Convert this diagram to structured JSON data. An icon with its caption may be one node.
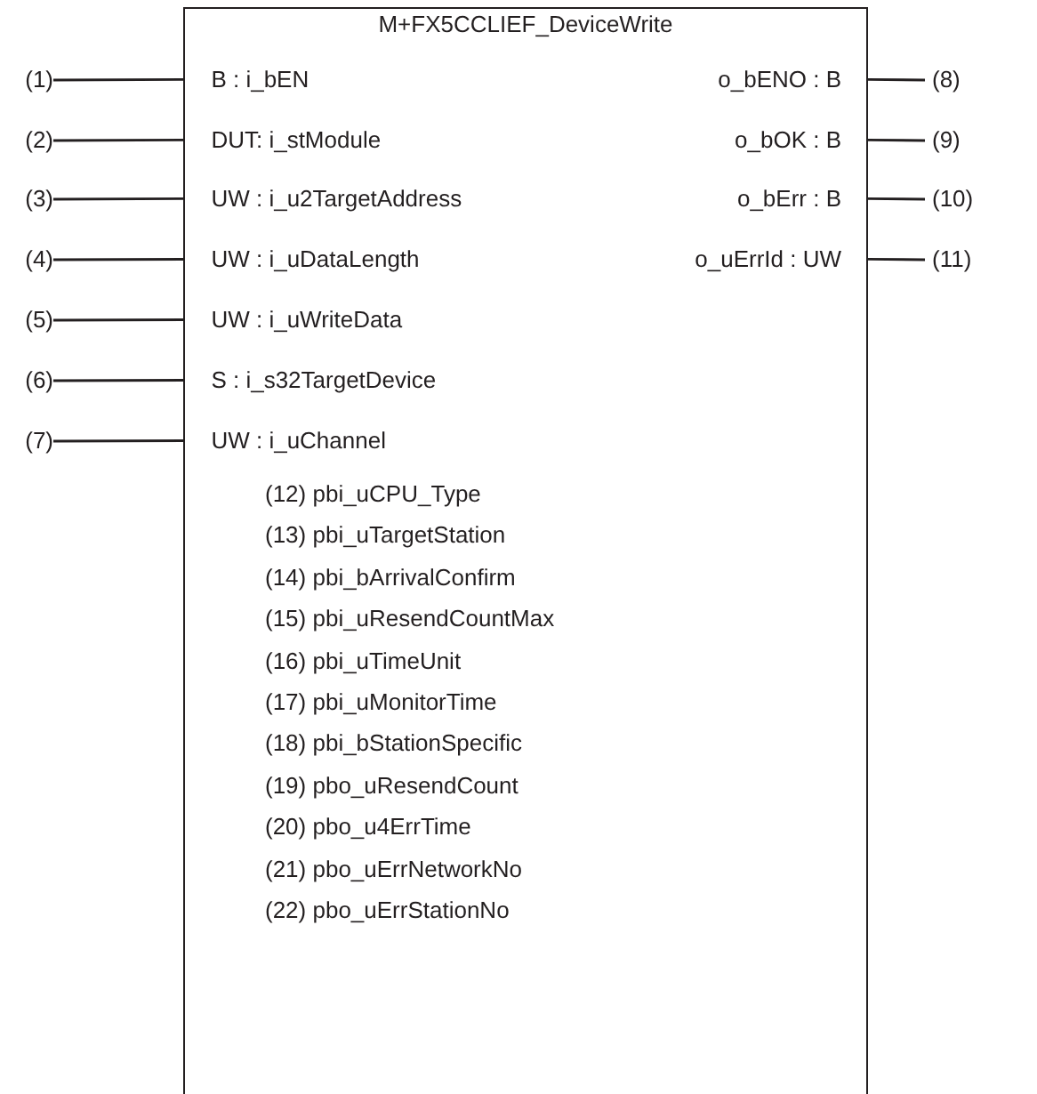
{
  "diagram": {
    "nodes": [
      {
        "text": [
          "M+FX5CCLIEF_DeviceWrite",
          "(12) pbi_uCPU_Type",
          "(13) pbi_uTargetStation",
          "(14) pbi_bArrivalConfirm",
          "(15) pbi_uResendCountMax",
          "(16) pbi_uTimeUnit",
          "(17) pbi_uMonitorTime",
          "(18) pbi_bStationSpecific",
          "(19) pbo_uResendCount",
          "(20) pbo_u4ErrTime",
          "(21) pbo_uErrNetworkNo",
          "(22) pbo_uErrStationNo"
        ]
      },
      {
        "text": [
          "(1)"
        ]
      },
      {
        "text": [
          "B : i_bEN"
        ],
        "in": 0
      },
      {
        "text": [
          "o_bENO : B"
        ],
        "in": 0
      },
      {
        "text": [
          "(8)"
        ]
      },
      {
        "text": [
          "(2)"
        ]
      },
      {
        "text": [
          "DUT: i_stModule"
        ],
        "in": 0
      },
      {
        "text": [
          "o_bOK : B"
        ],
        "in": 0
      },
      {
        "text": [
          "(9)"
        ]
      },
      {
        "text": [
          "(3)"
        ]
      },
      {
        "text": [
          "UW : i_u2TargetAddress"
        ],
        "in": 0
      },
      {
        "text": [
          "o_bErr : B"
        ],
        "in": 0
      },
      {
        "text": [
          "(10)"
        ]
      },
      {
        "text": [
          "(4)"
        ]
      },
      {
        "text": [
          "UW : i_uDataLength"
        ],
        "in": 0
      },
      {
        "text": [
          "o_uErrId : UW"
        ],
        "in": 0
      },
      {
        "text": [
          "(11)"
        ]
      },
      {
        "text": [
          "(5)"
        ]
      },
      {
        "text": [
          "UW : i_uWriteData"
        ],
        "in": 0
      },
      {
        "text": [
          "(6)"
        ]
      },
      {
        "text": [
          "S : i_s32TargetDevice"
        ],
        "in": 0
      },
      {
        "text": [
          "(7)"
        ]
      },
      {
        "text": [
          "UW : i_uChannel"
        ],
        "in": 0
      }
    ],
    "edges": [
      {
        "from": 1,
        "to": 2,
        "arrow": "none"
      },
      {
        "from": 3,
        "to": 4,
        "arrow": "none"
      },
      {
        "from": 5,
        "to": 6,
        "arrow": "none"
      },
      {
        "from": 7,
        "to": 8,
        "arrow": "none"
      },
      {
        "from": 9,
        "to": 10,
        "arrow": "none"
      },
      {
        "from": 11,
        "to": 12,
        "arrow": "none"
      },
      {
        "from": 13,
        "to": 14,
        "arrow": "none"
      },
      {
        "from": 15,
        "to": 16,
        "arrow": "none"
      },
      {
        "from": 17,
        "to": 18,
        "arrow": "none"
      },
      {
        "from": 19,
        "to": 20,
        "arrow": "none"
      },
      {
        "from": 21,
        "to": 22,
        "arrow": "none"
      }
    ]
  }
}
